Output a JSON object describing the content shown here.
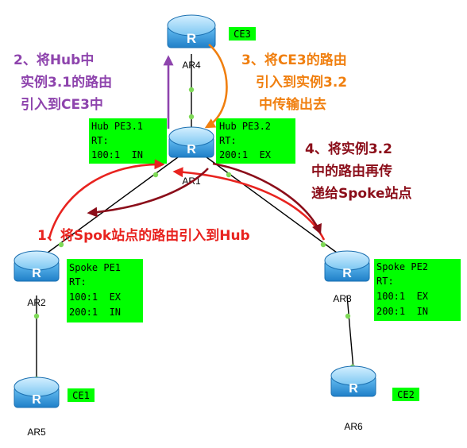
{
  "routers": {
    "ar4": {
      "name": "AR4"
    },
    "ar1": {
      "name": "AR1"
    },
    "ar2": {
      "name": "AR2"
    },
    "ar3": {
      "name": "AR3"
    },
    "ar5": {
      "name": "AR5"
    },
    "ar6": {
      "name": "AR6"
    }
  },
  "router_icon_glyph": "R",
  "tags": {
    "ce3": "CE3",
    "ce1": "CE1",
    "ce2": "CE2"
  },
  "boxes": {
    "hub_pe31": {
      "line1": "Hub PE3.1",
      "line2": "RT:",
      "line3": "100:1  IN"
    },
    "hub_pe32": {
      "line1": "Hub PE3.2",
      "line2": "RT:",
      "line3": "200:1  EX"
    },
    "spoke_pe1": {
      "line1": "Spoke PE1",
      "line2": "RT:",
      "line3": "100:1  EX",
      "line4": "200:1  IN"
    },
    "spoke_pe2": {
      "line1": "Spoke PE2",
      "line2": "RT:",
      "line3": "100:1  EX",
      "line4": "200:1  IN"
    }
  },
  "notes": {
    "step1": "1、将Spok站点的路由引入到Hub",
    "step2": [
      "2、将Hub中",
      "实例3.1的路由",
      "引入到CE3中"
    ],
    "step3": [
      "3、将CE3的路由",
      "引入到实例3.2",
      "中传输出去"
    ],
    "step4": [
      "4、将实例3.2",
      "中的路由再传",
      "递给Spoke站点"
    ]
  },
  "colors": {
    "box_fill": "#00ff00",
    "link": "#000000",
    "port_dot": "#7ed957",
    "router_body": "#3b9fe0",
    "step1": "#e8231f",
    "step2": "#8e44ad",
    "step3": "#f07f0f",
    "step4": "#8b0e1a"
  }
}
